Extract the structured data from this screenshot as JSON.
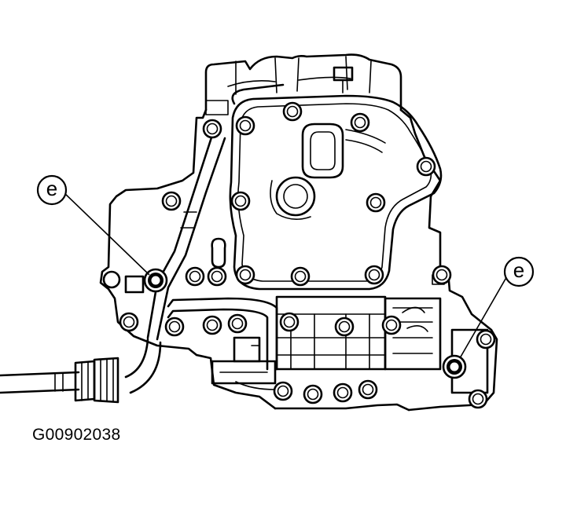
{
  "figure": {
    "code": "G00902038"
  },
  "callouts": [
    {
      "id": "left",
      "label": "e"
    },
    {
      "id": "right",
      "label": "e"
    }
  ]
}
